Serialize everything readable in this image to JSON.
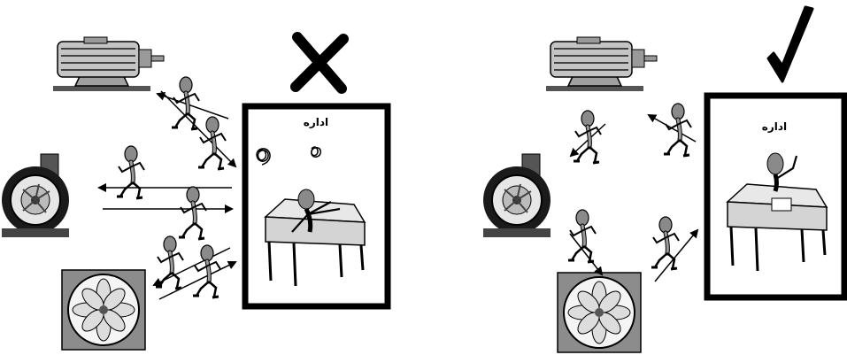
{
  "panels": [
    {
      "id": "wrong",
      "verdict_symbol": "cross",
      "office_label": "اداره",
      "equipment": [
        "motor",
        "pump",
        "fan"
      ],
      "manager_state": "stressed"
    },
    {
      "id": "right",
      "verdict_symbol": "check",
      "office_label": "اداره",
      "equipment": [
        "motor",
        "pump",
        "fan"
      ],
      "manager_state": "calm"
    }
  ],
  "colors": {
    "ink": "#000000",
    "figure": "#8a8a8a",
    "machine": "#bfbfbf",
    "desk": "#d9d9d9",
    "background": "#ffffff"
  }
}
